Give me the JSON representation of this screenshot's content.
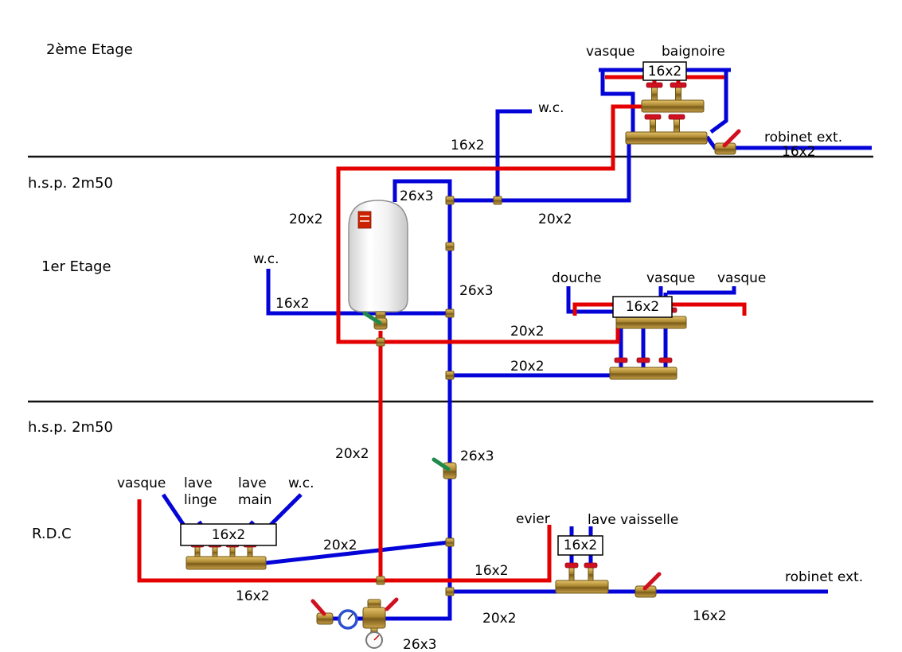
{
  "floors": {
    "etage2": "2ème Etage",
    "hsp_top": "h.s.p. 2m50",
    "etage1": "1er Etage",
    "hsp_bottom": "h.s.p. 2m50",
    "rdc": "R.D.C"
  },
  "fixtures": {
    "f2_vasque": "vasque",
    "f2_baignoire": "baignoire",
    "f2_wc": "w.c.",
    "f2_robinet_ext": "robinet ext.",
    "f1_wc": "w.c.",
    "f1_douche": "douche",
    "f1_vasque_a": "vasque",
    "f1_vasque_b": "vasque",
    "rdc_vasque": "vasque",
    "rdc_lave_linge_line1": "lave",
    "rdc_lave_linge_line2": "linge",
    "rdc_lave_main_line1": "lave",
    "rdc_lave_main_line2": "main",
    "rdc_wc": "w.c.",
    "rdc_evier": "evier",
    "rdc_lave_vaisselle": "lave vaisselle",
    "rdc_robinet_ext": "robinet ext."
  },
  "pipe_labels": {
    "f2_box": "16x2",
    "f2_wc": "16x2",
    "f2_robinet": "16x2",
    "f1_riser_top": "26x3",
    "f1_hot_riser": "20x2",
    "f1_cold_to_f2": "20x2",
    "f1_wc": "16x2",
    "f1_riser_mid": "26x3",
    "f1_box": "16x2",
    "f1_hot_feed": "20x2",
    "f1_cold_feed": "20x2",
    "rdc_hot_down": "20x2",
    "rdc_riser": "26x3",
    "rdc_left_box": "16x2",
    "rdc_left_feed": "20x2",
    "rdc_left_bottom": "16x2",
    "rdc_right_box": "16x2",
    "rdc_evier_hot": "16x2",
    "rdc_main_run": "20x2",
    "rdc_robinet": "16x2",
    "rdc_bottom": "26x3"
  },
  "colors": {
    "cold_water": "#0404d8",
    "hot_water": "#e40000",
    "brass": "#b08c35",
    "valve_handle_red": "#d01020",
    "valve_handle_green": "#1f8a4c",
    "background": "#ffffff"
  }
}
